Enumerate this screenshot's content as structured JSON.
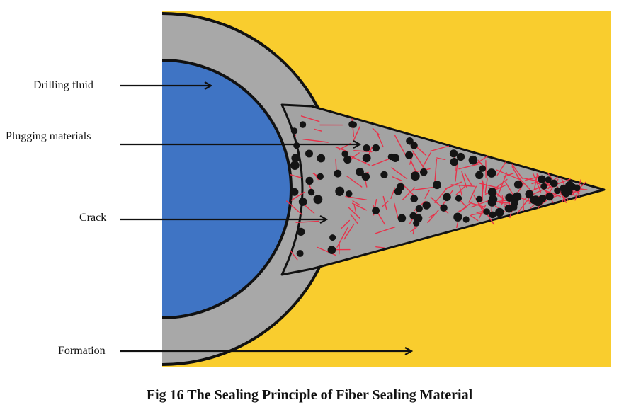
{
  "labels": {
    "drilling_fluid": "Drilling fluid",
    "plugging_materials": "Plugging materials",
    "crack": "Crack",
    "formation": "Formation"
  },
  "caption": "Fig 16 The Sealing Principle of Fiber Sealing Material",
  "colors": {
    "formation": "#f9cd2e",
    "casing": "#a8a8a8",
    "wellbore_fluid": "#3f74c4",
    "crack_fill": "#a3a3a3",
    "fiber": "#e8324a",
    "particle": "#141414",
    "arrow": "#111111"
  }
}
